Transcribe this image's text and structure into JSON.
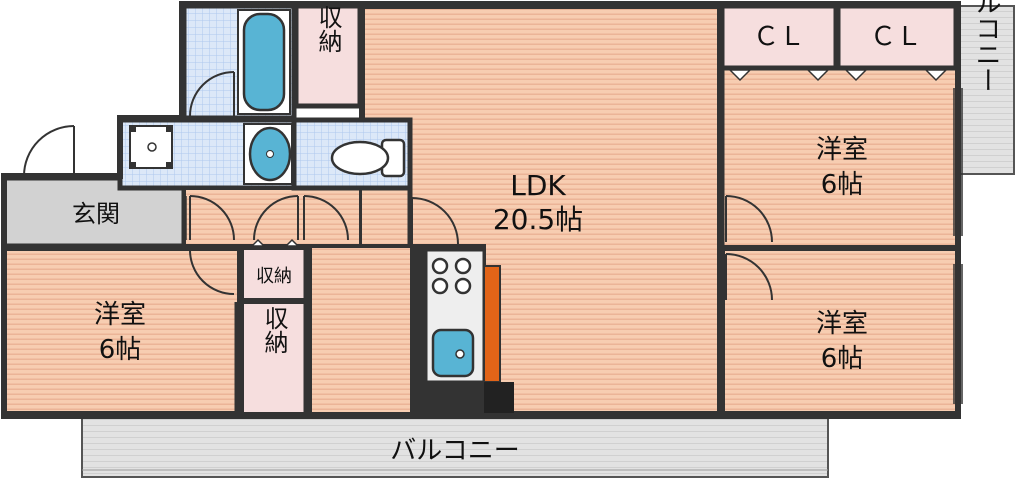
{
  "rooms": {
    "ldk": {
      "name": "LDK",
      "size": "20.5帖"
    },
    "bedroom_nw": {
      "name": "洋室",
      "size": "6帖"
    },
    "bedroom_ne": {
      "name": "洋室",
      "size": "6帖"
    },
    "bedroom_se": {
      "name": "洋室",
      "size": "6帖"
    },
    "entrance": {
      "name": "玄関"
    },
    "storage_top": {
      "name": "収納"
    },
    "storage_small": {
      "name": "収納"
    },
    "storage_tall": {
      "name": "収納"
    },
    "closet_1": {
      "name": "ＣＬ"
    },
    "closet_2": {
      "name": "ＣＬ"
    },
    "balcony_bottom": {
      "name": "バルコニー"
    },
    "balcony_right": {
      "name": "バルコニー"
    }
  },
  "colors": {
    "wall": "#333333",
    "room_floor": "#f7cdb1",
    "floor_stripe": "#e6a887",
    "wet_area": "#dce8f8",
    "tile_line": "#aec8ee",
    "fixture_blue": "#58b4d4",
    "storage": "#f6dede",
    "entrance": "#d2d2d2",
    "balcony": "#e2e2e2",
    "counter": "#e26418"
  }
}
